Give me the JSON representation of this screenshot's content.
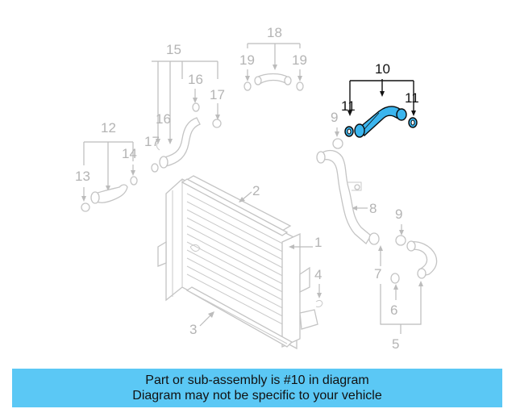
{
  "diagram": {
    "callouts": {
      "c1": "1",
      "c2": "2",
      "c3": "3",
      "c4": "4",
      "c5": "5",
      "c6": "6",
      "c7": "7",
      "c8": "8",
      "c9a": "9",
      "c9b": "9",
      "c10": "10",
      "c11a": "11",
      "c11b": "11",
      "c12": "12",
      "c13": "13",
      "c14": "14",
      "c15": "15",
      "c16a": "16",
      "c16b": "16",
      "c17a": "17",
      "c17b": "17",
      "c18": "18",
      "c19a": "19",
      "c19b": "19"
    },
    "highlight_color": "#3bb5ee",
    "highlight_part": "10"
  },
  "banner": {
    "line1": "Part or sub-assembly is #10 in diagram",
    "line2": "Diagram may not be specific to your vehicle",
    "color": "#5bc8f5"
  }
}
